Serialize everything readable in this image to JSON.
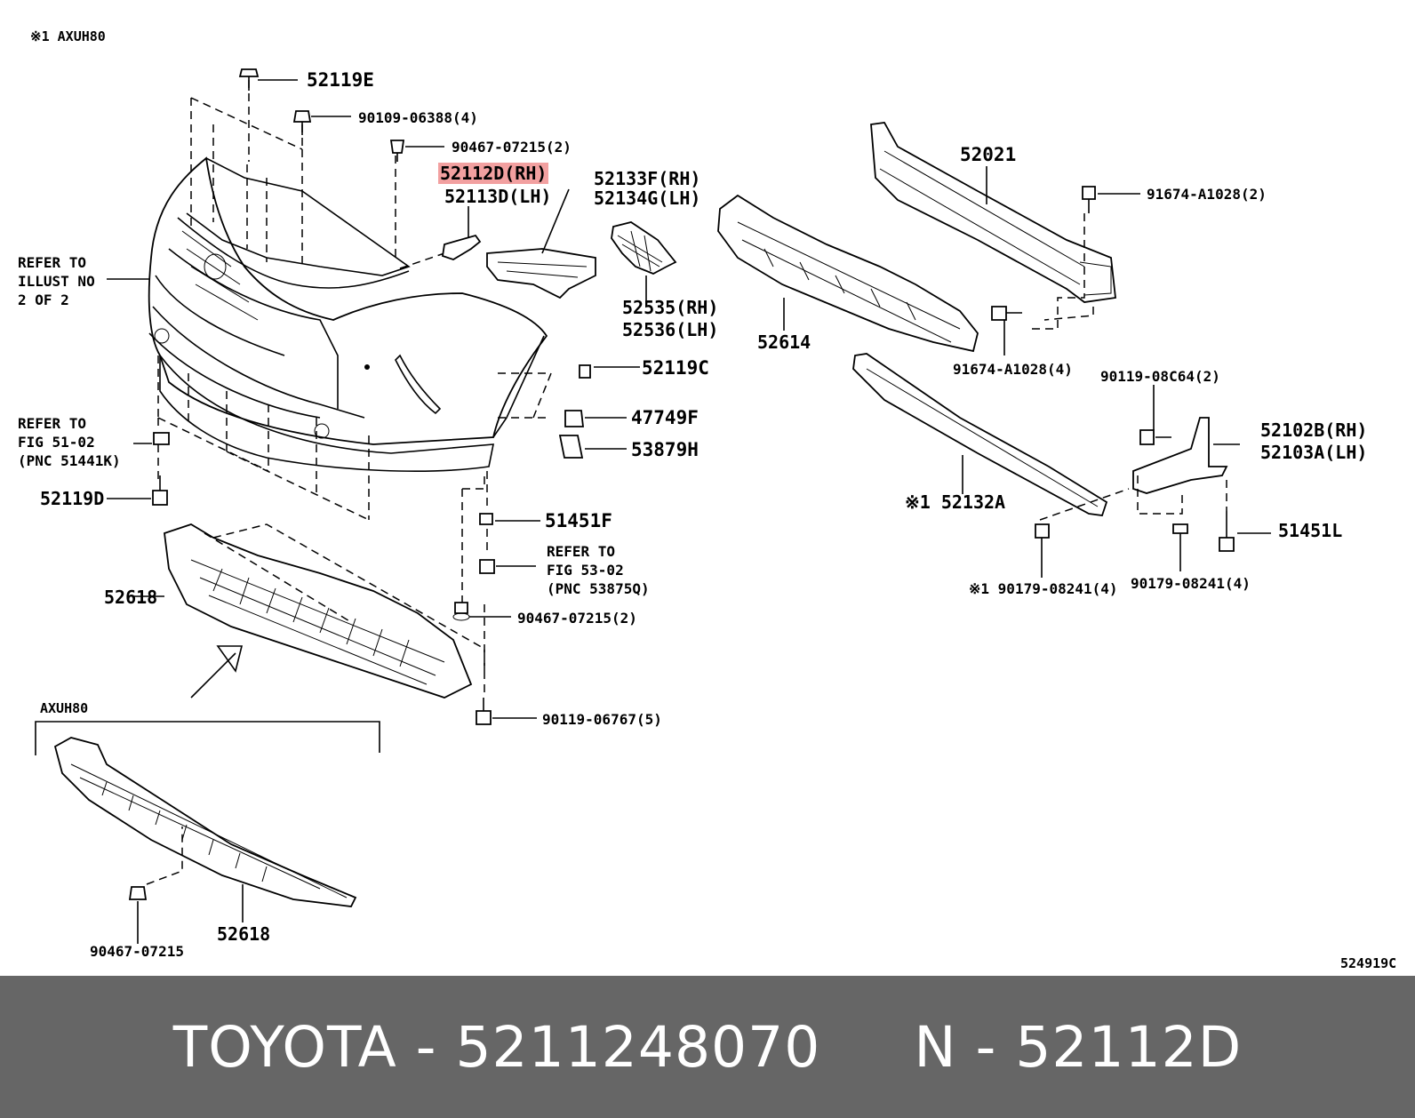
{
  "diagram": {
    "note_header": "※1 AXUH80",
    "sheet_code": "524919C",
    "group_label": "AXUH80",
    "highlight_color": "#f2a0a0",
    "labels": {
      "p52119E": "52119E",
      "p90109": "90109-06388(4)",
      "p90467_top": "90467-07215(2)",
      "p52112D": "52112D(RH)",
      "p52113D": "52113D(LH)",
      "p52133F": "52133F(RH)",
      "p52134G": "52134G(LH)",
      "p52535": "52535(RH)",
      "p52536": "52536(LH)",
      "ref1_a": "REFER TO",
      "ref1_b": "ILLUST NO",
      "ref1_c": "2 OF 2",
      "p52119C": "52119C",
      "p47749F": "47749F",
      "p53879H": "53879H",
      "ref2_a": "REFER TO",
      "ref2_b": "FIG 51-02",
      "ref2_c": "(PNC 51441K)",
      "p52119D": "52119D",
      "p51451F": "51451F",
      "ref3_a": "REFER TO",
      "ref3_b": "FIG 53-02",
      "ref3_c": "(PNC 53875Q)",
      "p90467_mid": "90467-07215(2)",
      "p52618_top": "52618",
      "p90119_06767": "90119-06767(5)",
      "p52618_bot": "52618",
      "p90467_bot": "90467-07215",
      "p52021": "52021",
      "p91674_a": "91674-A1028(2)",
      "p91674_b": "91674-A1028(4)",
      "p52614": "52614",
      "p90119_08C64": "90119-08C64(2)",
      "p52102B": "52102B(RH)",
      "p52103A": "52103A(LH)",
      "p52132A": "※1 52132A",
      "p90179_a": "※1 90179-08241(4)",
      "p90179_b": "90179-08241(4)",
      "p51451L": "51451L"
    }
  },
  "footer": {
    "text": "TOYOTA - 5211248070     N - 52112D"
  }
}
